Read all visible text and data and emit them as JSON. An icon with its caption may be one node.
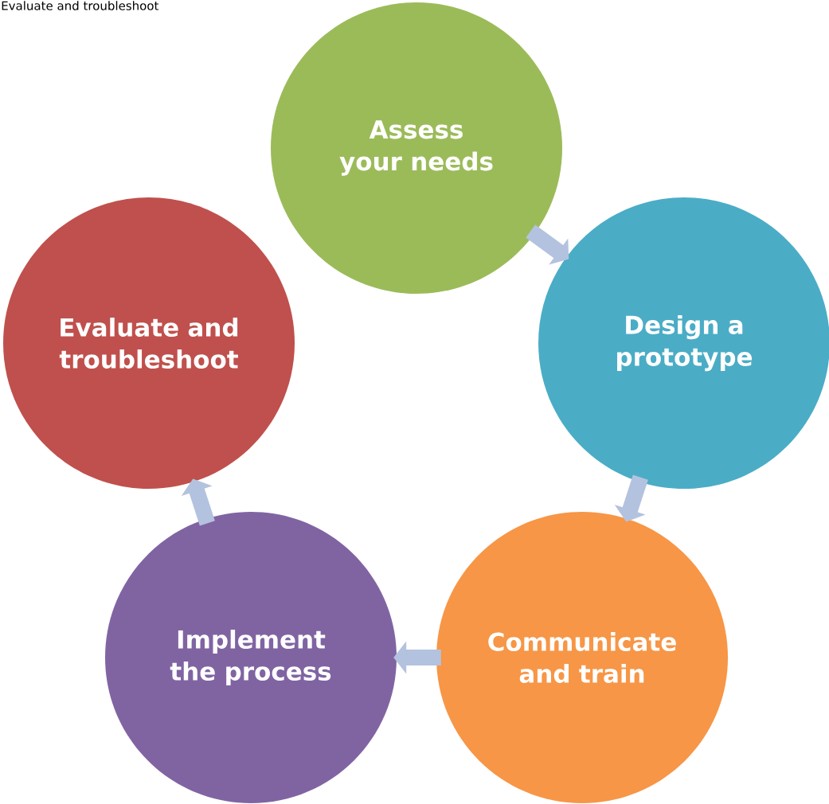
{
  "diagram": {
    "nodes": [
      {
        "text": [
          "Assess your needs"
        ]
      },
      {
        "text": [
          "Design a prototype"
        ]
      },
      {
        "text": [
          "Communicate and train"
        ]
      },
      {
        "text": [
          "Implement the process"
        ]
      },
      {
        "text": [
          "Evaluate and troubleshoot"
        ]
      }
    ],
    "edges": [
      {
        "from": 0,
        "to": 1,
        "arrow": "to"
      },
      {
        "from": 1,
        "to": 2,
        "arrow": "to"
      },
      {
        "from": 2,
        "to": 3,
        "arrow": "to"
      },
      {
        "from": 3,
        "to": 4,
        "arrow": "to"
      }
    ],
    "labels": [
      "Evaluate and troubleshoot"
    ]
  }
}
